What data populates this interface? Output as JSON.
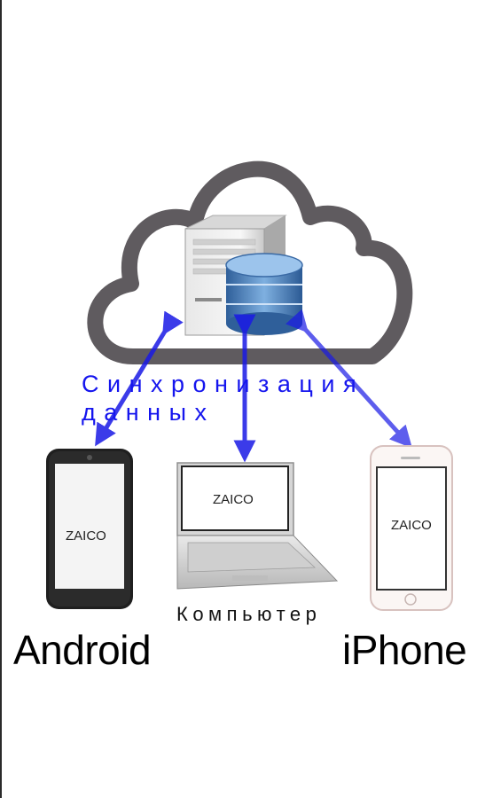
{
  "labels": {
    "sync_line1": "Синхронизация",
    "sync_line2": "данных",
    "computer": "Компьютер",
    "android": "Android",
    "iphone": "iPhone",
    "screen_text": "ZAICO"
  },
  "icons": {
    "cloud": "cloud-icon",
    "server": "server-tower-icon",
    "database": "database-icon",
    "android_phone": "android-phone-icon",
    "laptop": "laptop-icon",
    "iphone": "iphone-icon"
  },
  "colors": {
    "cloud_outline": "#5f5b5f",
    "arrow": "#1a1ae6",
    "sync_text": "#1515ee",
    "database": "#4a7db8"
  }
}
